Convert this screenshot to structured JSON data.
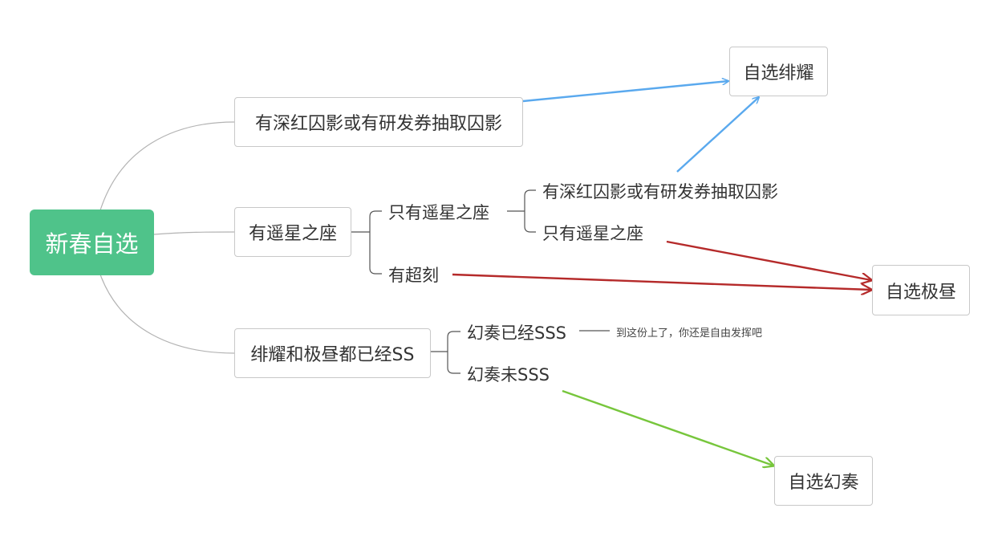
{
  "mindmap": {
    "root": {
      "label": "新春自选"
    },
    "branch_deep_red": {
      "label": "有深红囚影或有研发券抽取囚影"
    },
    "branch_star_seat": {
      "label": "有遥星之座",
      "child_only_star": {
        "label": "只有遥星之座",
        "child_deep_red": {
          "label": "有深红囚影或有研发券抽取囚影"
        },
        "child_only_star": {
          "label": "只有遥星之座"
        }
      },
      "child_chaoke": {
        "label": "有超刻"
      }
    },
    "branch_sss": {
      "label": "绯耀和极昼都已经SS",
      "child_done": {
        "label": "幻奏已经SSS",
        "note": "到这份上了，你还是自由发挥吧"
      },
      "child_not": {
        "label": "幻奏未SSS"
      }
    },
    "targets": {
      "feiyao": "自选绯耀",
      "jizhou": "自选极昼",
      "huanzou": "自选幻奏"
    }
  },
  "colors": {
    "root_fill": "#4fc38a",
    "line_tree": "#b3b3b3",
    "line_children": "#555555",
    "arrow_blue": "#5aa9ee",
    "arrow_red": "#b52a2a",
    "arrow_green": "#77c63c"
  }
}
